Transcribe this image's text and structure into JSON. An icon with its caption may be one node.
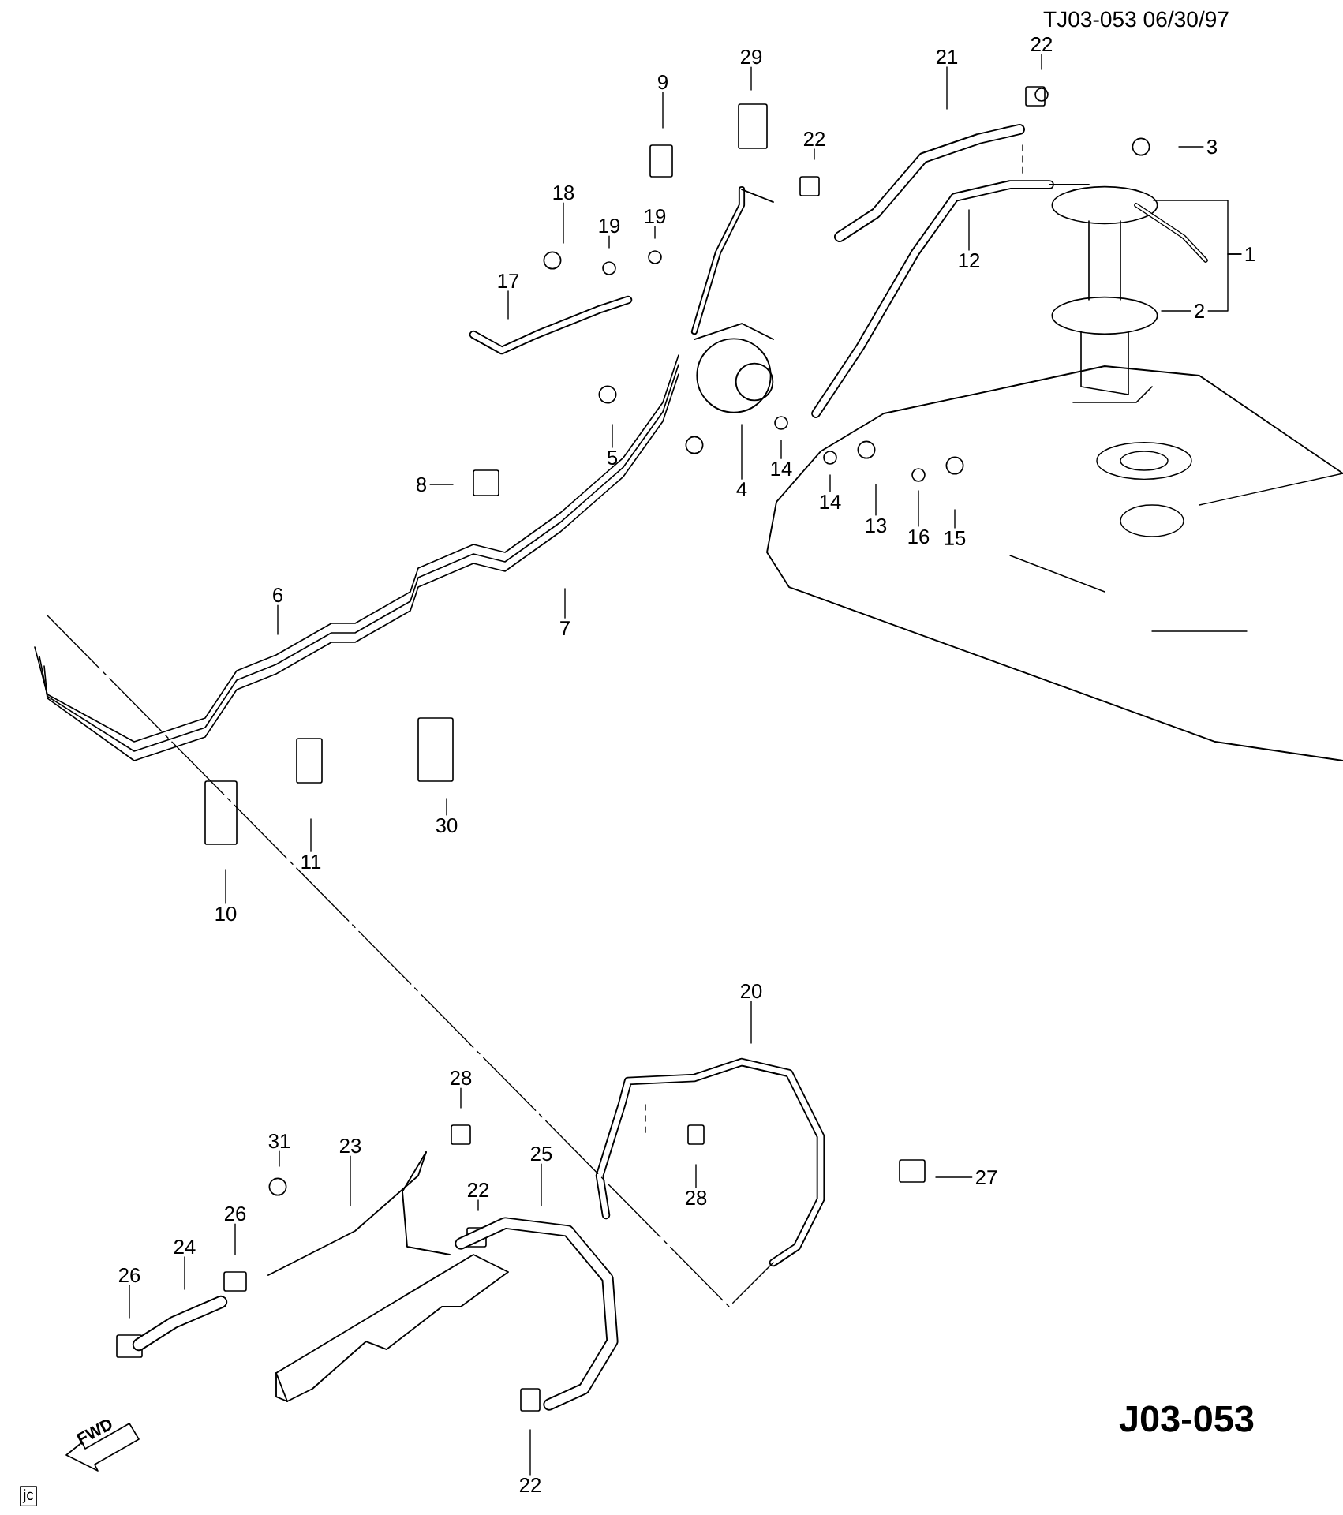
{
  "diagram": {
    "nodes": [
      {
        "text": [
          "1"
        ]
      },
      {
        "text": [
          "2"
        ]
      },
      {
        "text": [
          "3"
        ]
      },
      {
        "text": [
          "4"
        ]
      },
      {
        "text": [
          "5"
        ]
      },
      {
        "text": [
          "6"
        ]
      },
      {
        "text": [
          "7"
        ]
      },
      {
        "text": [
          "8"
        ]
      },
      {
        "text": [
          "9"
        ]
      },
      {
        "text": [
          "10"
        ]
      },
      {
        "text": [
          "11"
        ]
      },
      {
        "text": [
          "12"
        ]
      },
      {
        "text": [
          "13"
        ]
      },
      {
        "text": [
          "14"
        ]
      },
      {
        "text": [
          "14"
        ]
      },
      {
        "text": [
          "15"
        ]
      },
      {
        "text": [
          "16"
        ]
      },
      {
        "text": [
          "17"
        ]
      },
      {
        "text": [
          "18"
        ]
      },
      {
        "text": [
          "19"
        ]
      },
      {
        "text": [
          "19"
        ]
      },
      {
        "text": [
          "20"
        ]
      },
      {
        "text": [
          "21"
        ]
      },
      {
        "text": [
          "22"
        ]
      },
      {
        "text": [
          "22"
        ]
      },
      {
        "text": [
          "22"
        ]
      },
      {
        "text": [
          "22"
        ]
      },
      {
        "text": [
          "23"
        ]
      },
      {
        "text": [
          "24"
        ]
      },
      {
        "text": [
          "25"
        ]
      },
      {
        "text": [
          "26"
        ]
      },
      {
        "text": [
          "26"
        ]
      },
      {
        "text": [
          "27"
        ]
      },
      {
        "text": [
          "28"
        ]
      },
      {
        "text": [
          "28"
        ]
      },
      {
        "text": [
          "29"
        ]
      },
      {
        "text": [
          "30"
        ]
      },
      {
        "text": [
          "31"
        ]
      }
    ],
    "edges": [
      {
        "from": 0,
        "to": null,
        "arrow": "none"
      },
      {
        "from": 1,
        "to": null,
        "arrow": "none"
      },
      {
        "from": 2,
        "to": null,
        "arrow": "none"
      },
      {
        "from": 3,
        "to": null,
        "arrow": "none"
      },
      {
        "from": 4,
        "to": null,
        "arrow": "none"
      },
      {
        "from": 5,
        "to": null,
        "arrow": "none"
      },
      {
        "from": 6,
        "to": null,
        "arrow": "none"
      },
      {
        "from": 7,
        "to": null,
        "arrow": "none"
      },
      {
        "from": 8,
        "to": null,
        "arrow": "none"
      },
      {
        "from": 9,
        "to": null,
        "arrow": "none"
      },
      {
        "from": 10,
        "to": null,
        "arrow": "none"
      },
      {
        "from": 11,
        "to": null,
        "arrow": "none"
      },
      {
        "from": 12,
        "to": null,
        "arrow": "none"
      },
      {
        "from": 13,
        "to": null,
        "arrow": "none"
      },
      {
        "from": 14,
        "to": null,
        "arrow": "none"
      },
      {
        "from": 15,
        "to": null,
        "arrow": "none"
      },
      {
        "from": 16,
        "to": null,
        "arrow": "none"
      },
      {
        "from": 17,
        "to": null,
        "arrow": "none"
      },
      {
        "from": 18,
        "to": null,
        "arrow": "none"
      },
      {
        "from": 19,
        "to": null,
        "arrow": "none"
      },
      {
        "from": 20,
        "to": null,
        "arrow": "none"
      },
      {
        "from": 21,
        "to": null,
        "arrow": "none"
      },
      {
        "from": 22,
        "to": null,
        "arrow": "none"
      },
      {
        "from": 23,
        "to": null,
        "arrow": "none"
      },
      {
        "from": 24,
        "to": null,
        "arrow": "none"
      },
      {
        "from": 25,
        "to": null,
        "arrow": "none"
      },
      {
        "from": 26,
        "to": null,
        "arrow": "none"
      },
      {
        "from": 27,
        "to": null,
        "arrow": "none"
      },
      {
        "from": 28,
        "to": null,
        "arrow": "none"
      },
      {
        "from": 29,
        "to": null,
        "arrow": "none"
      },
      {
        "from": 30,
        "to": null,
        "arrow": "none"
      },
      {
        "from": 31,
        "to": null,
        "arrow": "none"
      },
      {
        "from": 32,
        "to": null,
        "arrow": "none"
      },
      {
        "from": 33,
        "to": null,
        "arrow": "none"
      },
      {
        "from": 34,
        "to": null,
        "arrow": "none"
      },
      {
        "from": 35,
        "to": null,
        "arrow": "none"
      },
      {
        "from": 36,
        "to": null,
        "arrow": "none"
      },
      {
        "from": 37,
        "to": null,
        "arrow": "none"
      },
      {
        "from": 0,
        "to": 1,
        "arrow": "none"
      }
    ],
    "labels": [
      "TJ03-053 06/30/97",
      "FWD",
      "J03-053",
      "jc"
    ]
  }
}
